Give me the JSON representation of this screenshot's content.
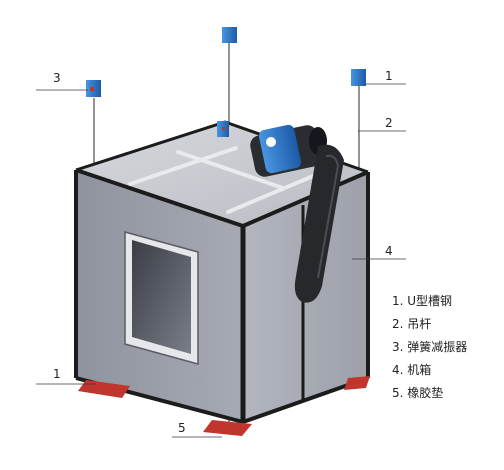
{
  "callouts": {
    "c1_top": "1",
    "c2": "2",
    "c3": "3",
    "c4": "4",
    "c1_bottom": "1",
    "c5": "5"
  },
  "legend": [
    "1. U型槽钢",
    "2. 吊杆",
    "3. 弹簧减振器",
    "4. 机箱",
    "5. 橡胶垫"
  ],
  "colors": {
    "cabinet_front": "#9ea1ab",
    "cabinet_side": "#aeb1ba",
    "cabinet_top": "#c9ccd3",
    "frame": "#1c1c1c",
    "vibrator_blue": "#2d78c8",
    "rubber_pad": "#c0362c",
    "motor_blue": "#1f64b8"
  }
}
